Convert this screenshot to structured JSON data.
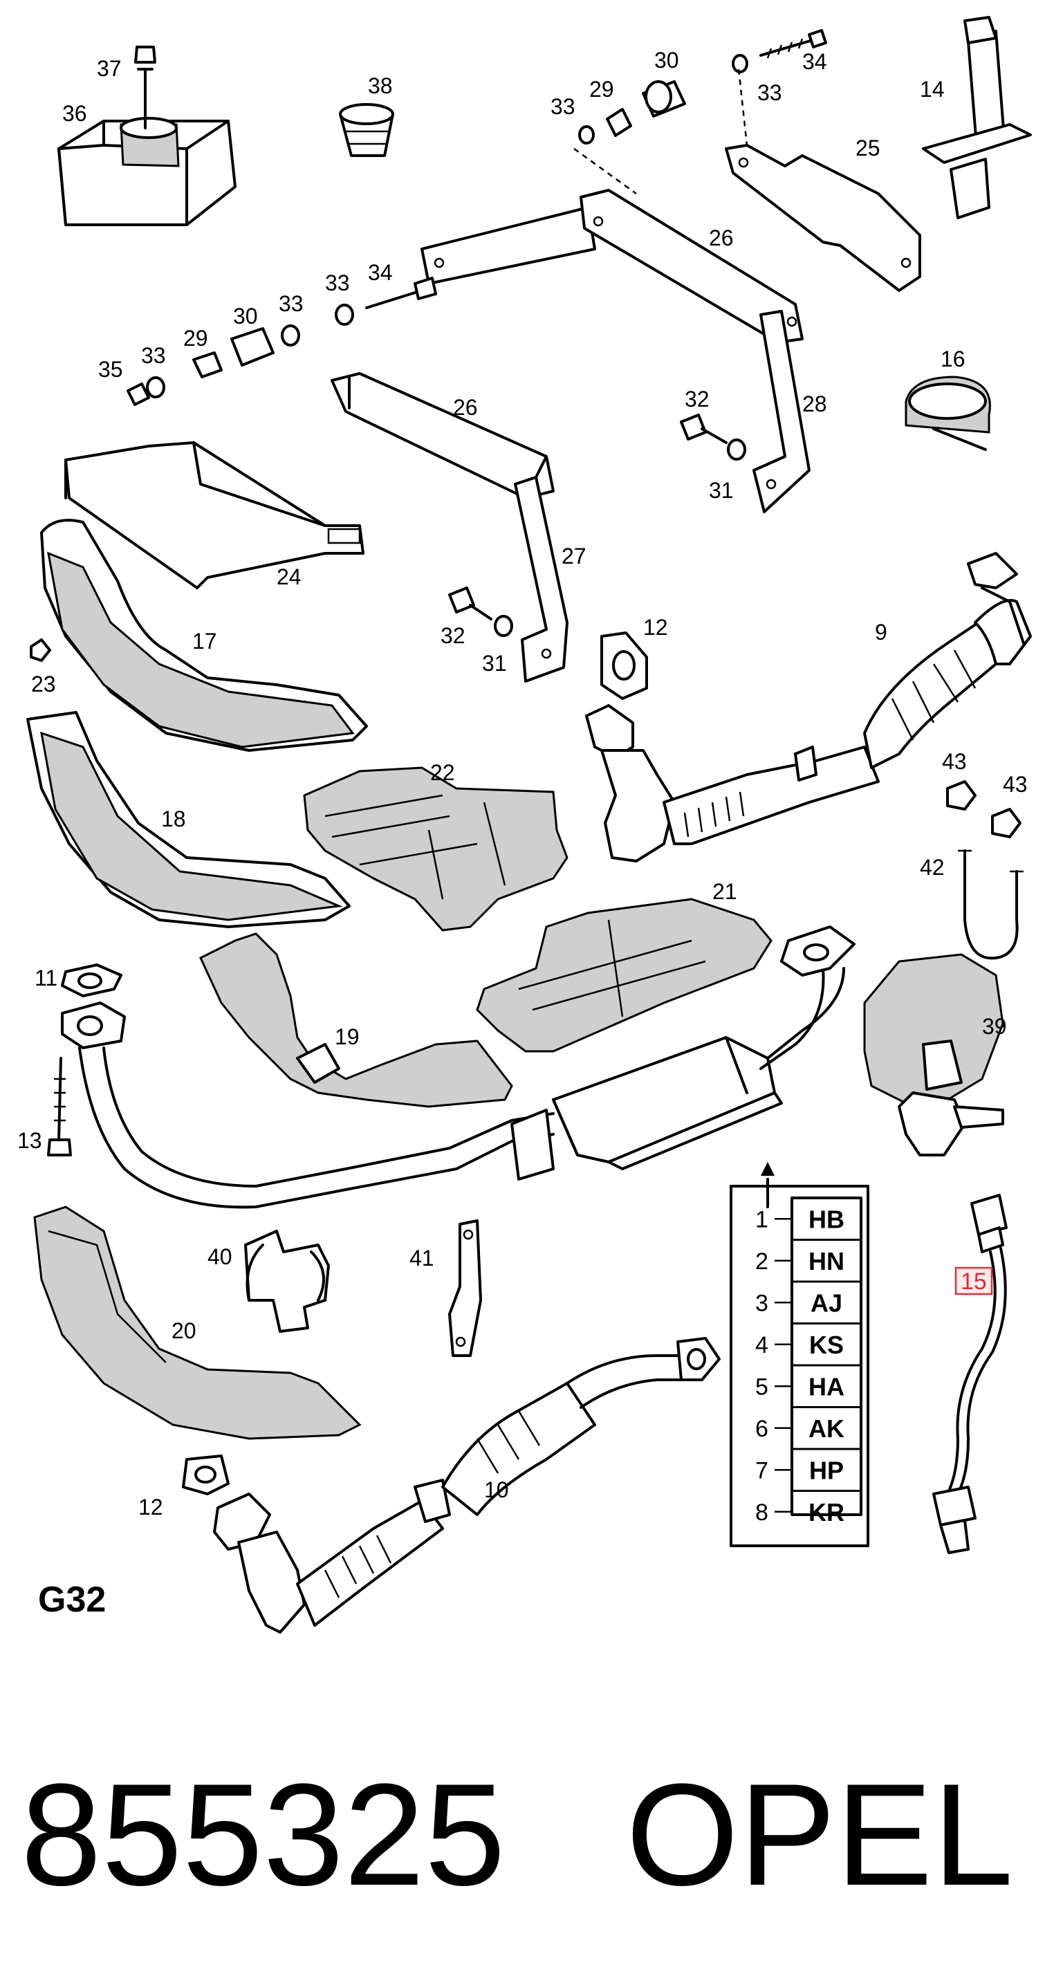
{
  "diagram": {
    "group_ref": "G32",
    "part_number": "855325",
    "brand": "OPEL",
    "highlighted_callout": "15",
    "callouts": [
      "1",
      "2",
      "3",
      "4",
      "5",
      "6",
      "7",
      "8",
      "9",
      "10",
      "11",
      "12",
      "13",
      "14",
      "15",
      "16",
      "17",
      "18",
      "19",
      "20",
      "21",
      "22",
      "23",
      "24",
      "25",
      "26",
      "27",
      "28",
      "29",
      "30",
      "31",
      "32",
      "33",
      "34",
      "35",
      "36",
      "37",
      "38",
      "39",
      "40",
      "41",
      "42",
      "43"
    ],
    "variant_table": {
      "rows": [
        {
          "num": "1",
          "code": "HB"
        },
        {
          "num": "2",
          "code": "HN"
        },
        {
          "num": "3",
          "code": "AJ"
        },
        {
          "num": "4",
          "code": "KS"
        },
        {
          "num": "5",
          "code": "HA"
        },
        {
          "num": "6",
          "code": "AK"
        },
        {
          "num": "7",
          "code": "HP"
        },
        {
          "num": "8",
          "code": "KR"
        }
      ]
    }
  }
}
